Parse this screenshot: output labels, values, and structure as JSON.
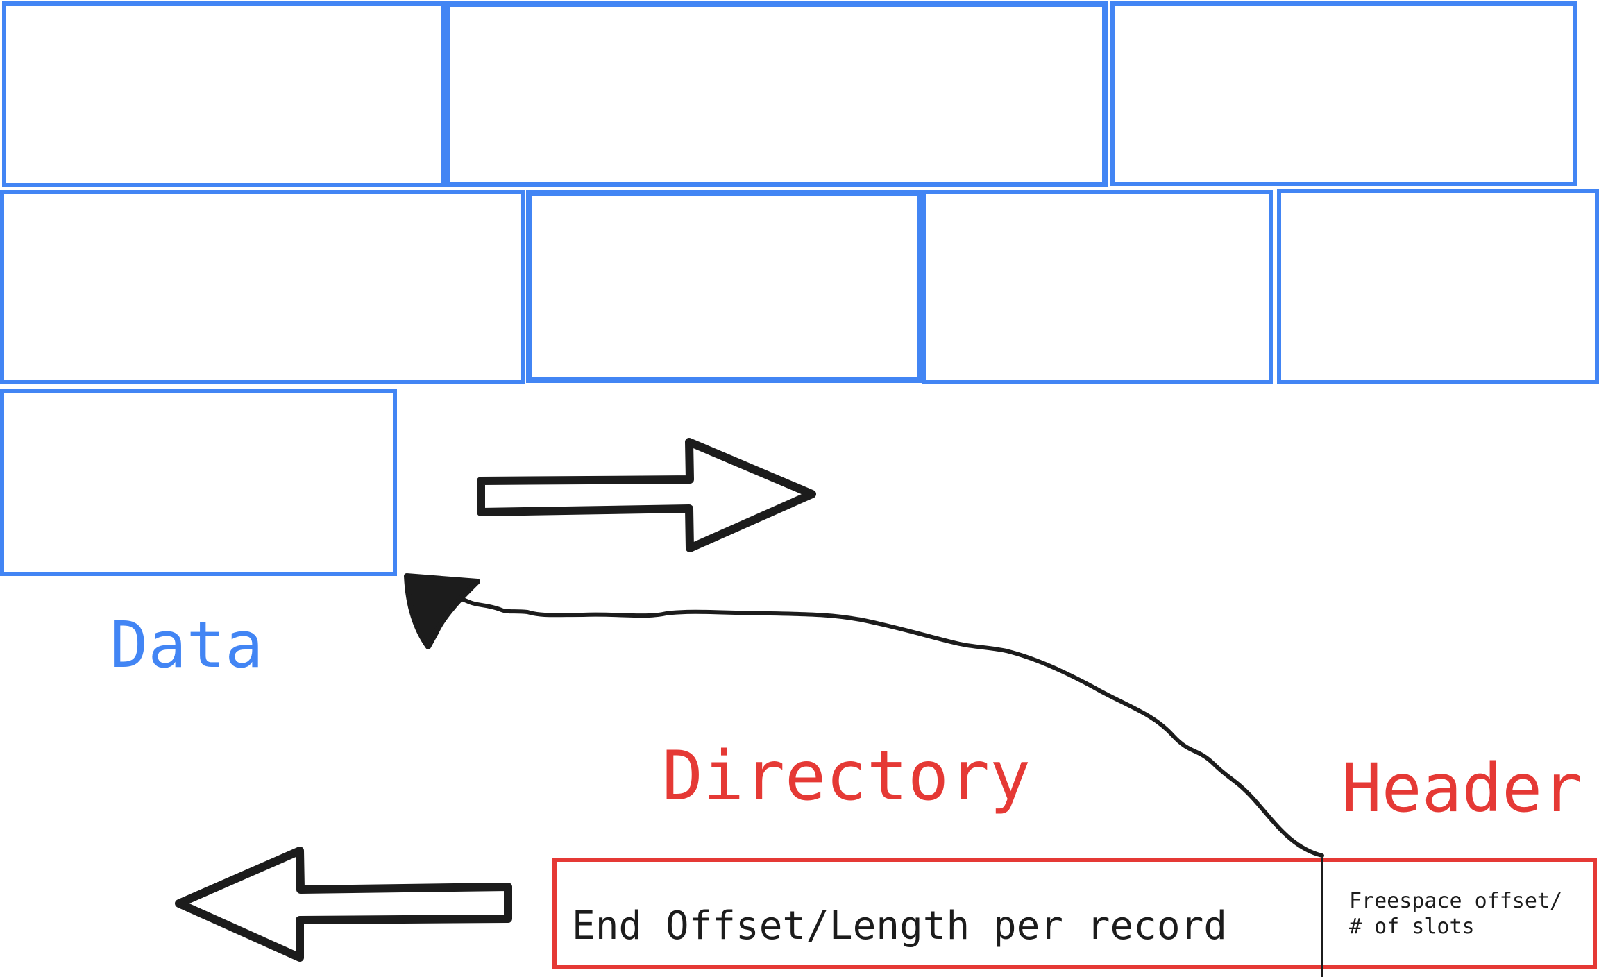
{
  "colors": {
    "data_blue": "#4285F4",
    "header_red": "#E53935",
    "ink": "#1c1c1c"
  },
  "labels": {
    "data": "Data",
    "directory": "Directory",
    "header": "Header"
  },
  "slot_table": {
    "directory_text": "End Offset/Length per record",
    "header_line_1": "Freespace offset/",
    "header_line_2": "# of slots"
  },
  "icons": {
    "growth_right": "arrow-right-outline-icon",
    "growth_left": "arrow-left-outline-icon",
    "pointer": "curved-pointer-arrow"
  }
}
